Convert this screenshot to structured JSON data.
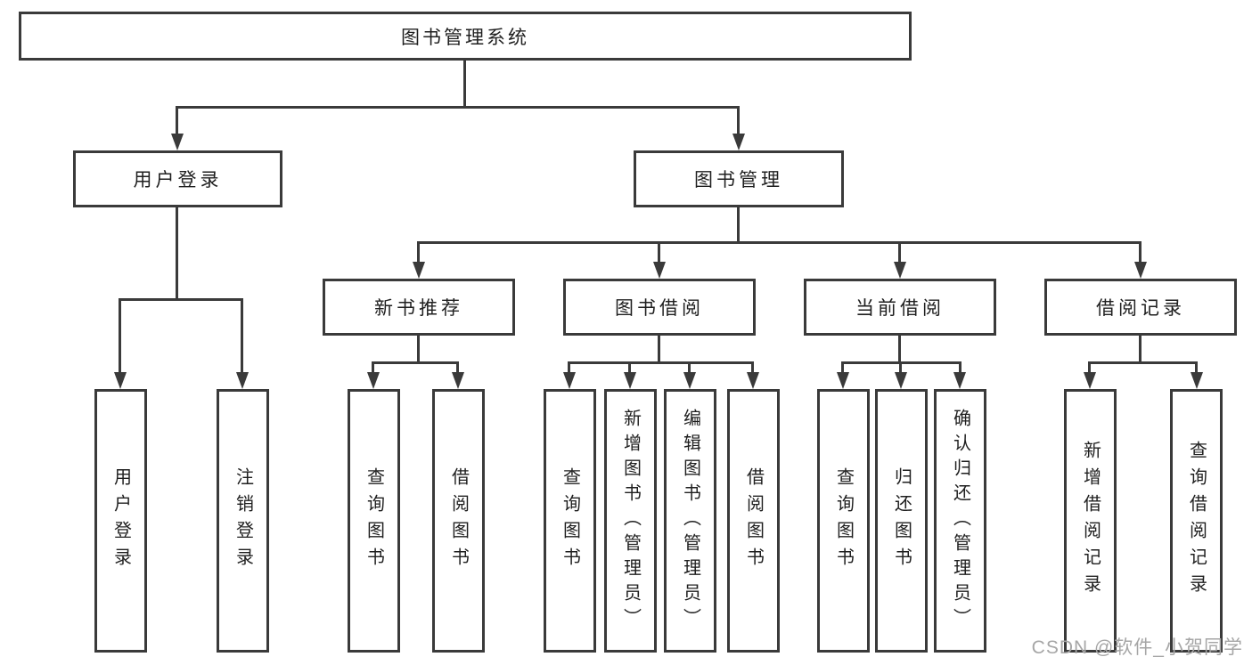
{
  "diagram_type": "hierarchy-tree",
  "colors": {
    "line": "#3a3a3a",
    "node_border": "#3a3a3a",
    "node_fill": "#ffffff",
    "text": "#1f1f1f",
    "watermark": "#a6a6a6",
    "background": "#ffffff"
  },
  "tree": {
    "root": {
      "label": "图书管理系统",
      "children": [
        {
          "label": "用户登录",
          "children": [
            {
              "label": "用户登录"
            },
            {
              "label": "注销登录"
            }
          ]
        },
        {
          "label": "图书管理",
          "children": [
            {
              "label": "新书推荐",
              "children": [
                {
                  "label": "查询图书"
                },
                {
                  "label": "借阅图书"
                }
              ]
            },
            {
              "label": "图书借阅",
              "children": [
                {
                  "label": "查询图书"
                },
                {
                  "label": "新增图书（管理员）"
                },
                {
                  "label": "编辑图书（管理员）"
                },
                {
                  "label": "借阅图书"
                }
              ]
            },
            {
              "label": "当前借阅",
              "children": [
                {
                  "label": "查询图书"
                },
                {
                  "label": "归还图书"
                },
                {
                  "label": "确认归还（管理员）"
                }
              ]
            },
            {
              "label": "借阅记录",
              "children": [
                {
                  "label": "新增借阅记录"
                },
                {
                  "label": "查询借阅记录"
                }
              ]
            }
          ]
        }
      ]
    }
  },
  "watermark": {
    "text": "CSDN @软件_小贺同学"
  }
}
